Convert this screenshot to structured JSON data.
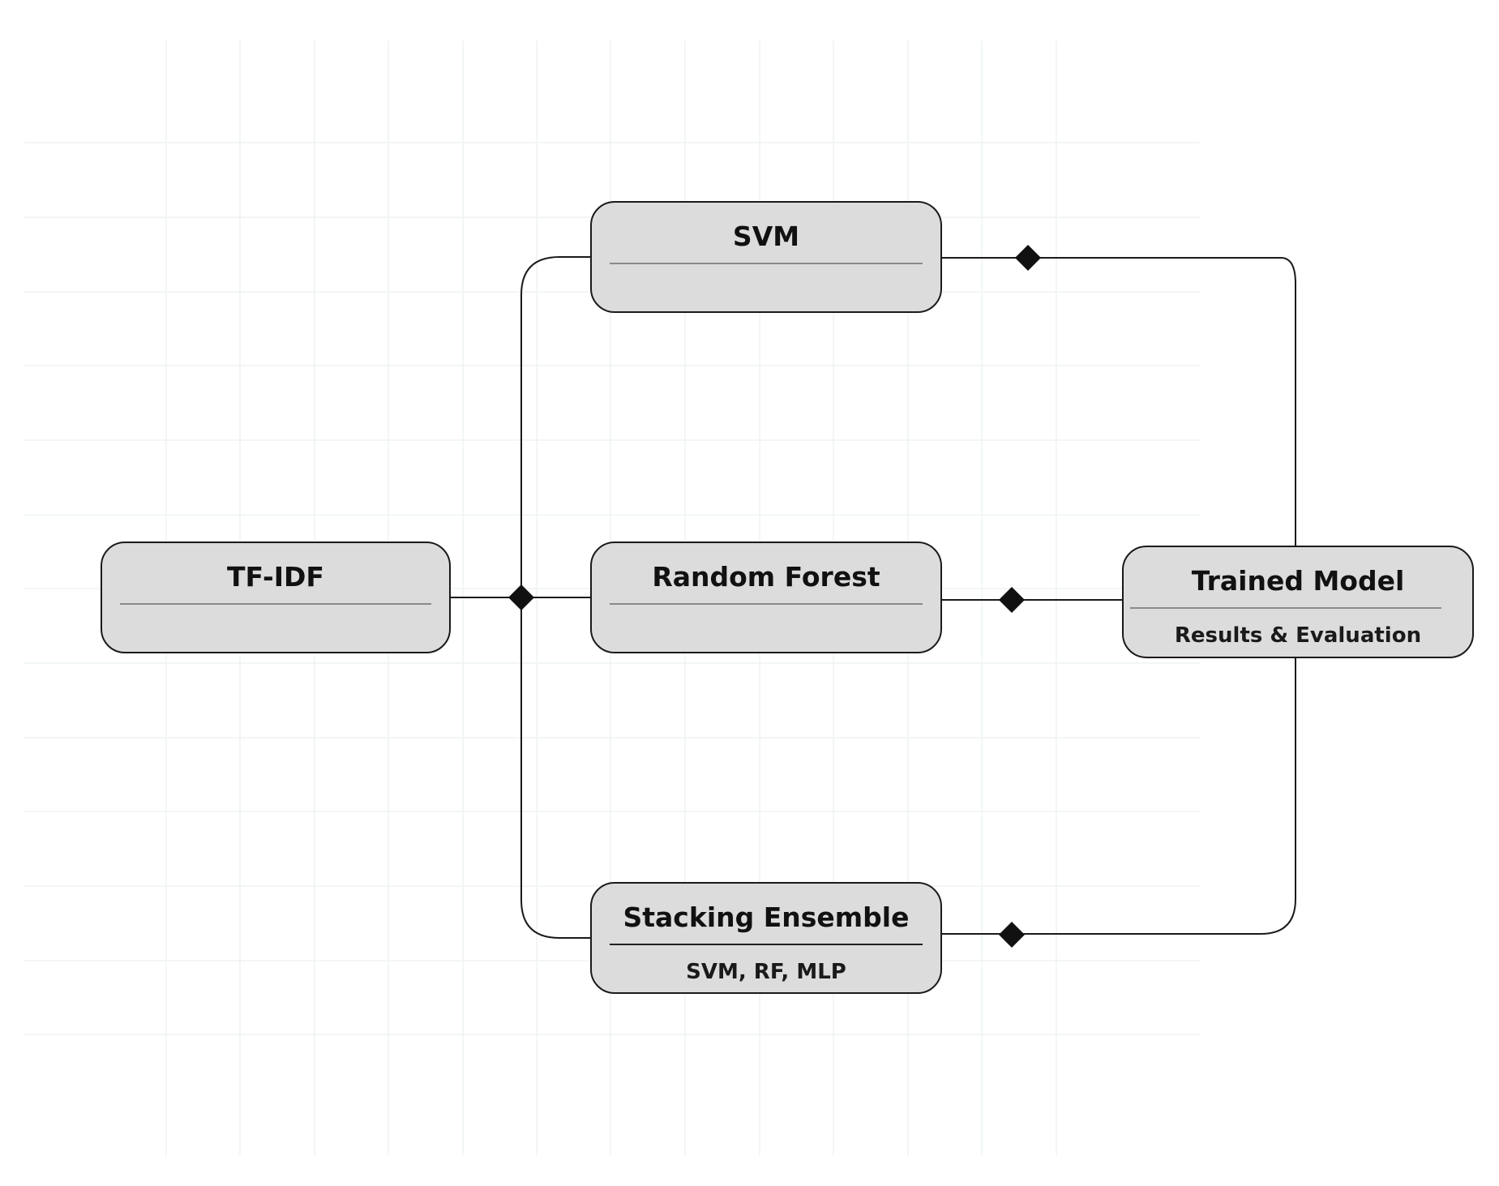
{
  "diagram": {
    "nodes": {
      "tfidf": {
        "title": "TF-IDF"
      },
      "svm": {
        "title": "SVM"
      },
      "random_forest": {
        "title": "Random Forest"
      },
      "stacking": {
        "title": "Stacking Ensemble",
        "subtitle": "SVM, RF, MLP"
      },
      "trained_model": {
        "title": "Trained Model",
        "subtitle": "Results & Evaluation"
      }
    },
    "colors": {
      "node_fill": "#dcdcdc",
      "node_border": "#1a1a1a",
      "connector": "#1a1a1a",
      "grid": "#eef3f3"
    }
  }
}
